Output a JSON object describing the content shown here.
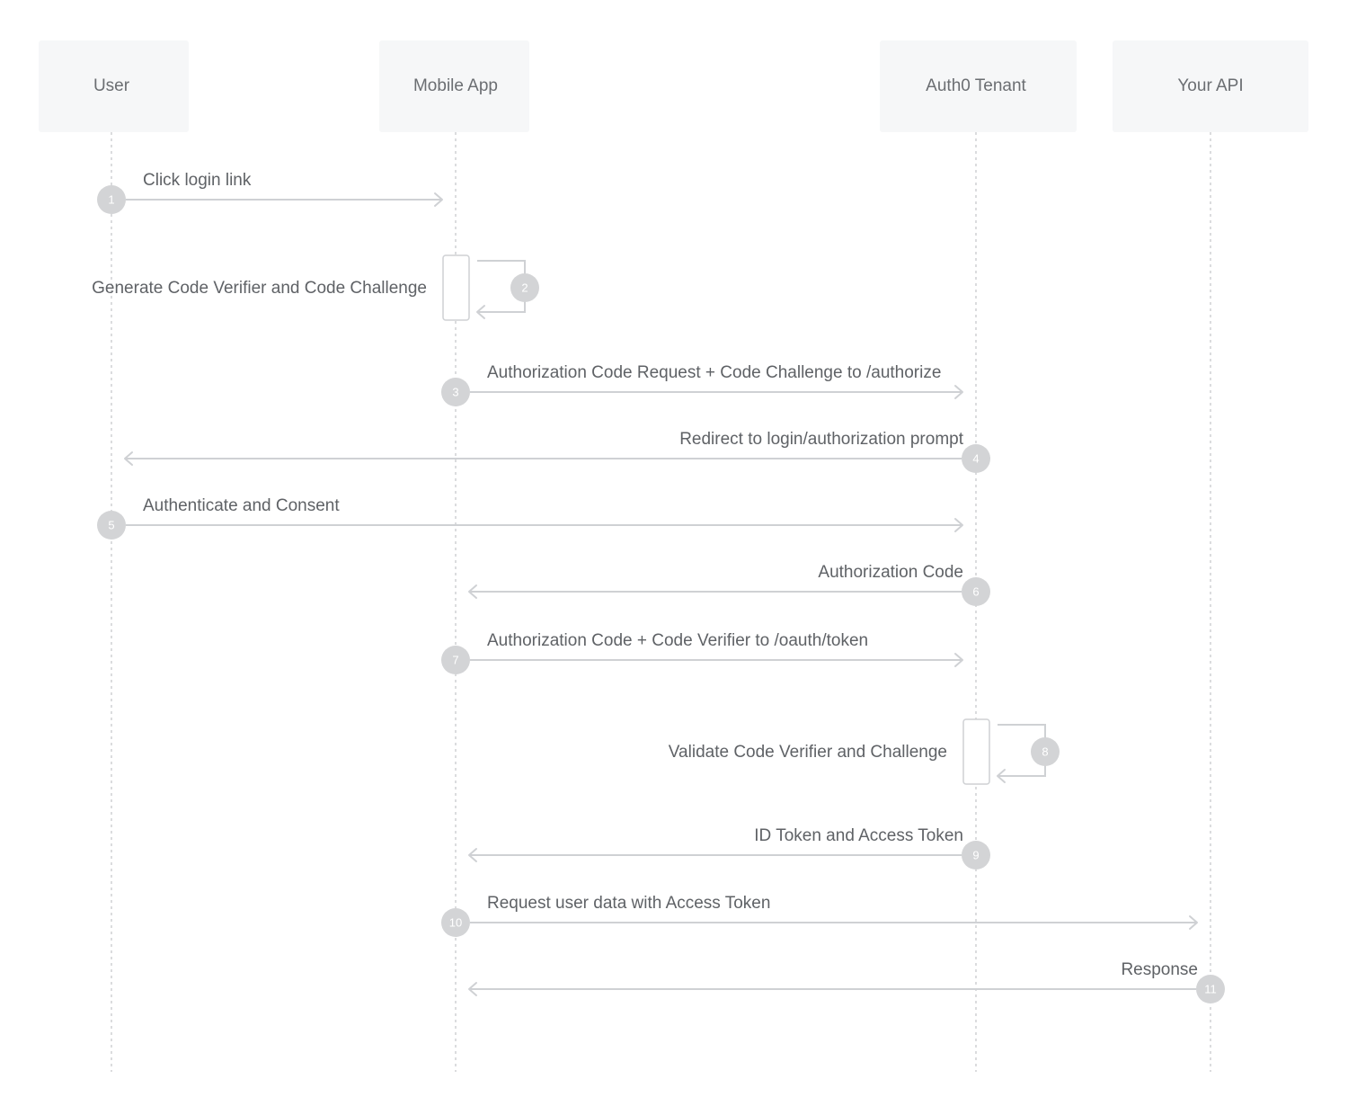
{
  "participants": [
    {
      "id": "user",
      "label": "User"
    },
    {
      "id": "app",
      "label": "Mobile App"
    },
    {
      "id": "auth0",
      "label": "Auth0 Tenant"
    },
    {
      "id": "api",
      "label": "Your API"
    }
  ],
  "steps": [
    {
      "n": "1",
      "from": "user",
      "to": "app",
      "label": "Click login link"
    },
    {
      "n": "2",
      "from": "app",
      "to": "app",
      "self": true,
      "label": "Generate Code Verifier and Code Challenge"
    },
    {
      "n": "3",
      "from": "app",
      "to": "auth0",
      "label": "Authorization Code Request + Code Challenge to /authorize"
    },
    {
      "n": "4",
      "from": "auth0",
      "to": "user",
      "label": "Redirect to login/authorization prompt"
    },
    {
      "n": "5",
      "from": "user",
      "to": "auth0",
      "label": "Authenticate and Consent"
    },
    {
      "n": "6",
      "from": "auth0",
      "to": "app",
      "label": "Authorization Code"
    },
    {
      "n": "7",
      "from": "app",
      "to": "auth0",
      "label": "Authorization Code + Code Verifier to /oauth/token"
    },
    {
      "n": "8",
      "from": "auth0",
      "to": "auth0",
      "self": true,
      "label": "Validate Code Verifier and Challenge"
    },
    {
      "n": "9",
      "from": "auth0",
      "to": "app",
      "label": "ID Token and Access Token"
    },
    {
      "n": "10",
      "from": "app",
      "to": "api",
      "label": "Request user data with Access Token"
    },
    {
      "n": "11",
      "from": "api",
      "to": "app",
      "label": "Response"
    }
  ]
}
